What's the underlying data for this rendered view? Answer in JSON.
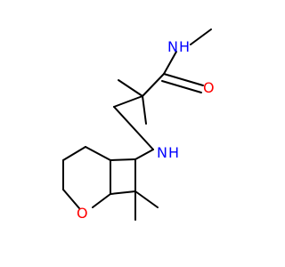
{
  "molecule": {
    "atoms": {
      "nh_amide": {
        "symbol": "N",
        "hydrogen": "H"
      },
      "o_carbonyl": {
        "symbol": "O"
      },
      "nh_amine": {
        "symbol": "N",
        "hydrogen": "H"
      },
      "o_ring": {
        "symbol": "O"
      }
    },
    "colors": {
      "nitrogen": "#0000ff",
      "oxygen": "#ff0000",
      "bond": "#000000",
      "background": "#ffffff"
    }
  }
}
